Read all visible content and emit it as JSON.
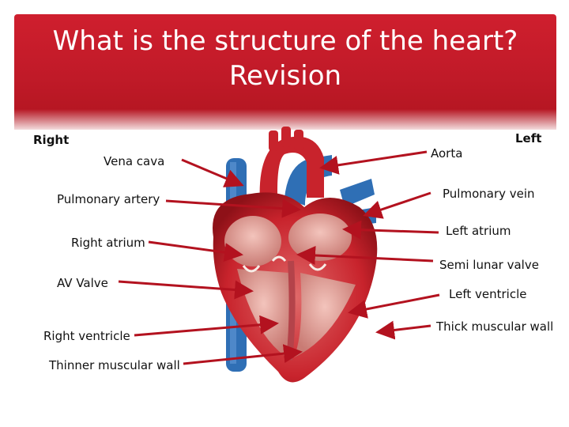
{
  "slide": {
    "title_line1": "What is the structure of the heart?",
    "title_line2": "Revision",
    "accent_color": "#c01a28"
  },
  "sides": {
    "right": "Right",
    "left": "Left"
  },
  "labels_left_side": [
    "Vena cava",
    "Pulmonary artery",
    "Right atrium",
    "AV Valve",
    "Right ventricle",
    "Thinner muscular wall"
  ],
  "labels_right_side": [
    "Aorta",
    "Pulmonary vein",
    "Left atrium",
    "Semi lunar valve",
    "Left ventricle",
    "Thick muscular wall"
  ],
  "colors": {
    "arrow": "#b3121f",
    "heart_red": "#c8232c",
    "heart_blue": "#2f6fb5"
  }
}
